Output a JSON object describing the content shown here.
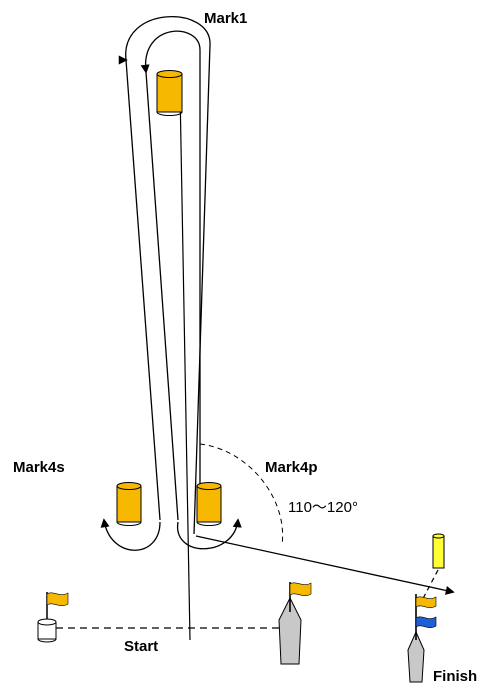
{
  "labels": {
    "mark1": "Mark1",
    "mark4s": "Mark4s",
    "mark4p": "Mark4p",
    "angle": "110～120°",
    "start": "Start",
    "finish": "Finish"
  },
  "colors": {
    "buoy_orange": "#f6b800",
    "buoy_yellow": "#ffff33",
    "flag_yellow": "#f6b800",
    "flag_blue": "#1e5fd6",
    "boat_gray": "#c8c8c8",
    "line": "#000000"
  }
}
